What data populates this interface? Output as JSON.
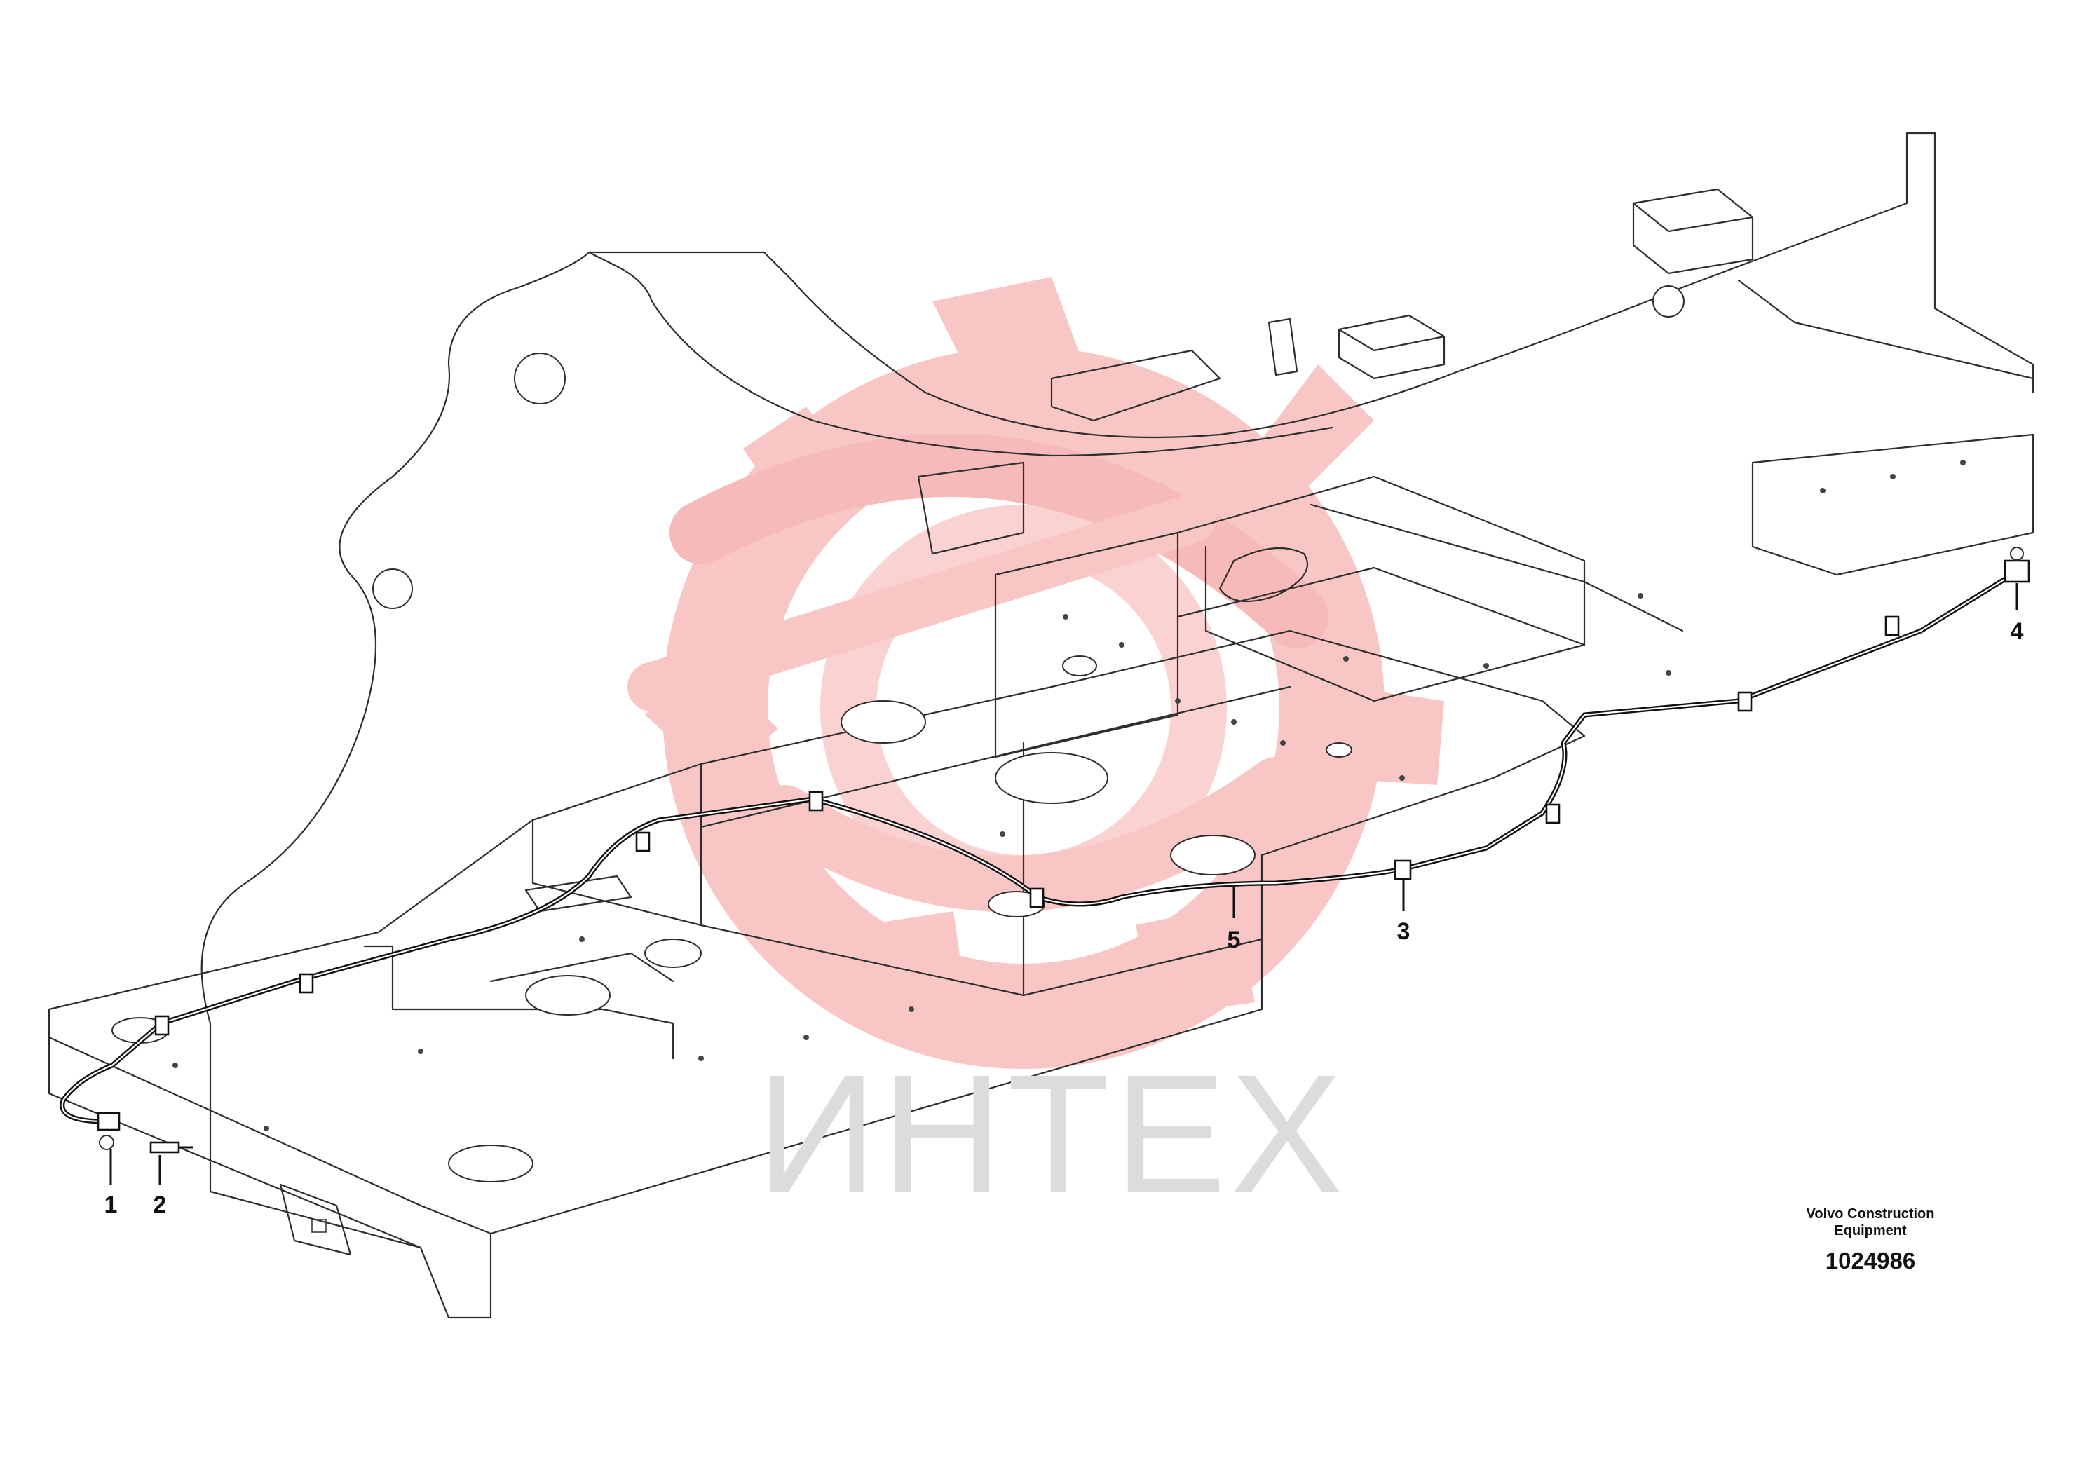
{
  "callouts": [
    {
      "label": "1"
    },
    {
      "label": "2"
    },
    {
      "label": "3"
    },
    {
      "label": "4"
    },
    {
      "label": "5"
    }
  ],
  "manufacturer": {
    "line1": "Volvo Construction",
    "line2": "Equipment"
  },
  "part_number": "1024986",
  "watermark": {
    "text": "ИНТЕХ",
    "logo_color": "#f7b7b7",
    "text_color": "#dcdcdc"
  },
  "colors": {
    "line": "#2e2e2e",
    "harness": "#111111",
    "background": "#ffffff"
  }
}
